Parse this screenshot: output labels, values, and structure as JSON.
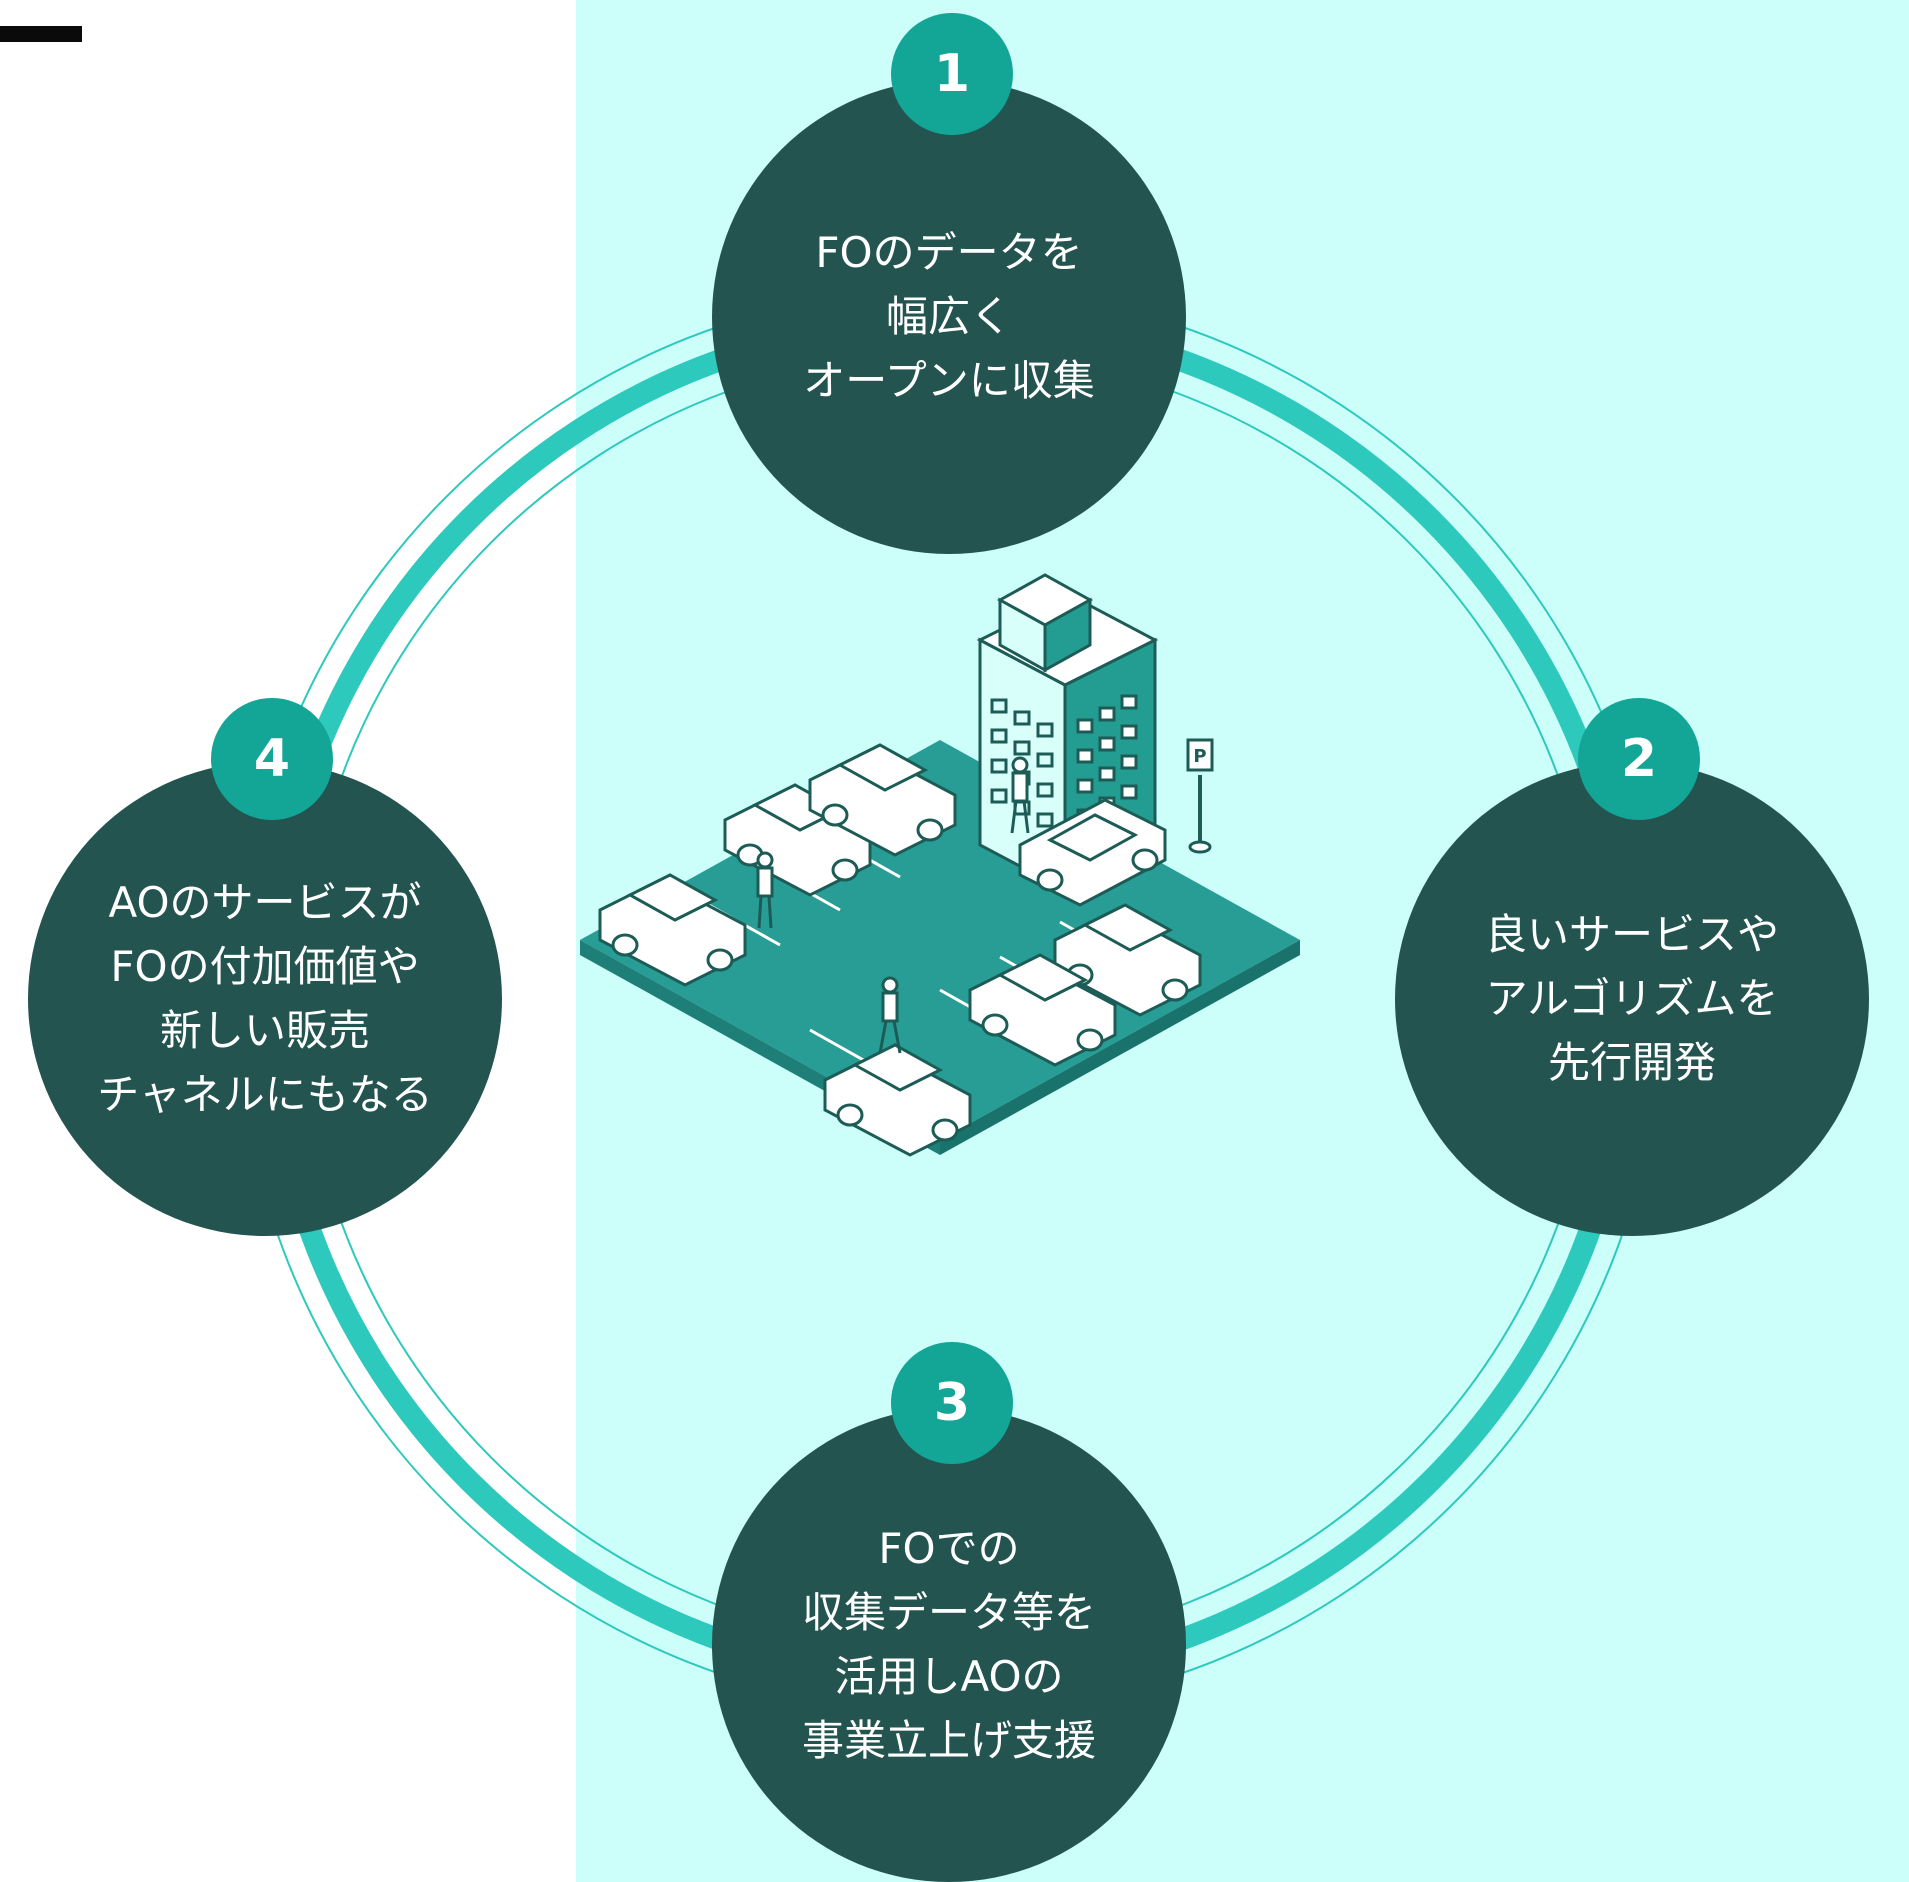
{
  "steps": [
    {
      "number": "1",
      "text": "FOのデータを\n幅広く\nオープンに収集"
    },
    {
      "number": "2",
      "text": "良いサービスや\nアルゴリズムを\n先行開発"
    },
    {
      "number": "3",
      "text": "FOでの\n収集データ等を\n活用しAOの\n事業立上げ支援"
    },
    {
      "number": "4",
      "text": "AOのサービスが\nFOの付加価値や\n新しい販売\nチャネルにもなる"
    }
  ],
  "illustration": {
    "parking_sign": "P"
  },
  "colors": {
    "panel_bg": "#ccfefa",
    "ring": "#2cc9bc",
    "node": "#235450",
    "badge": "#13a596",
    "lot": "#279d95",
    "building_dark": "#239c92",
    "building_light": "#d9fffb"
  },
  "icons": [
    "building-icon",
    "car-icon",
    "person-icon",
    "parking-sign-icon"
  ]
}
